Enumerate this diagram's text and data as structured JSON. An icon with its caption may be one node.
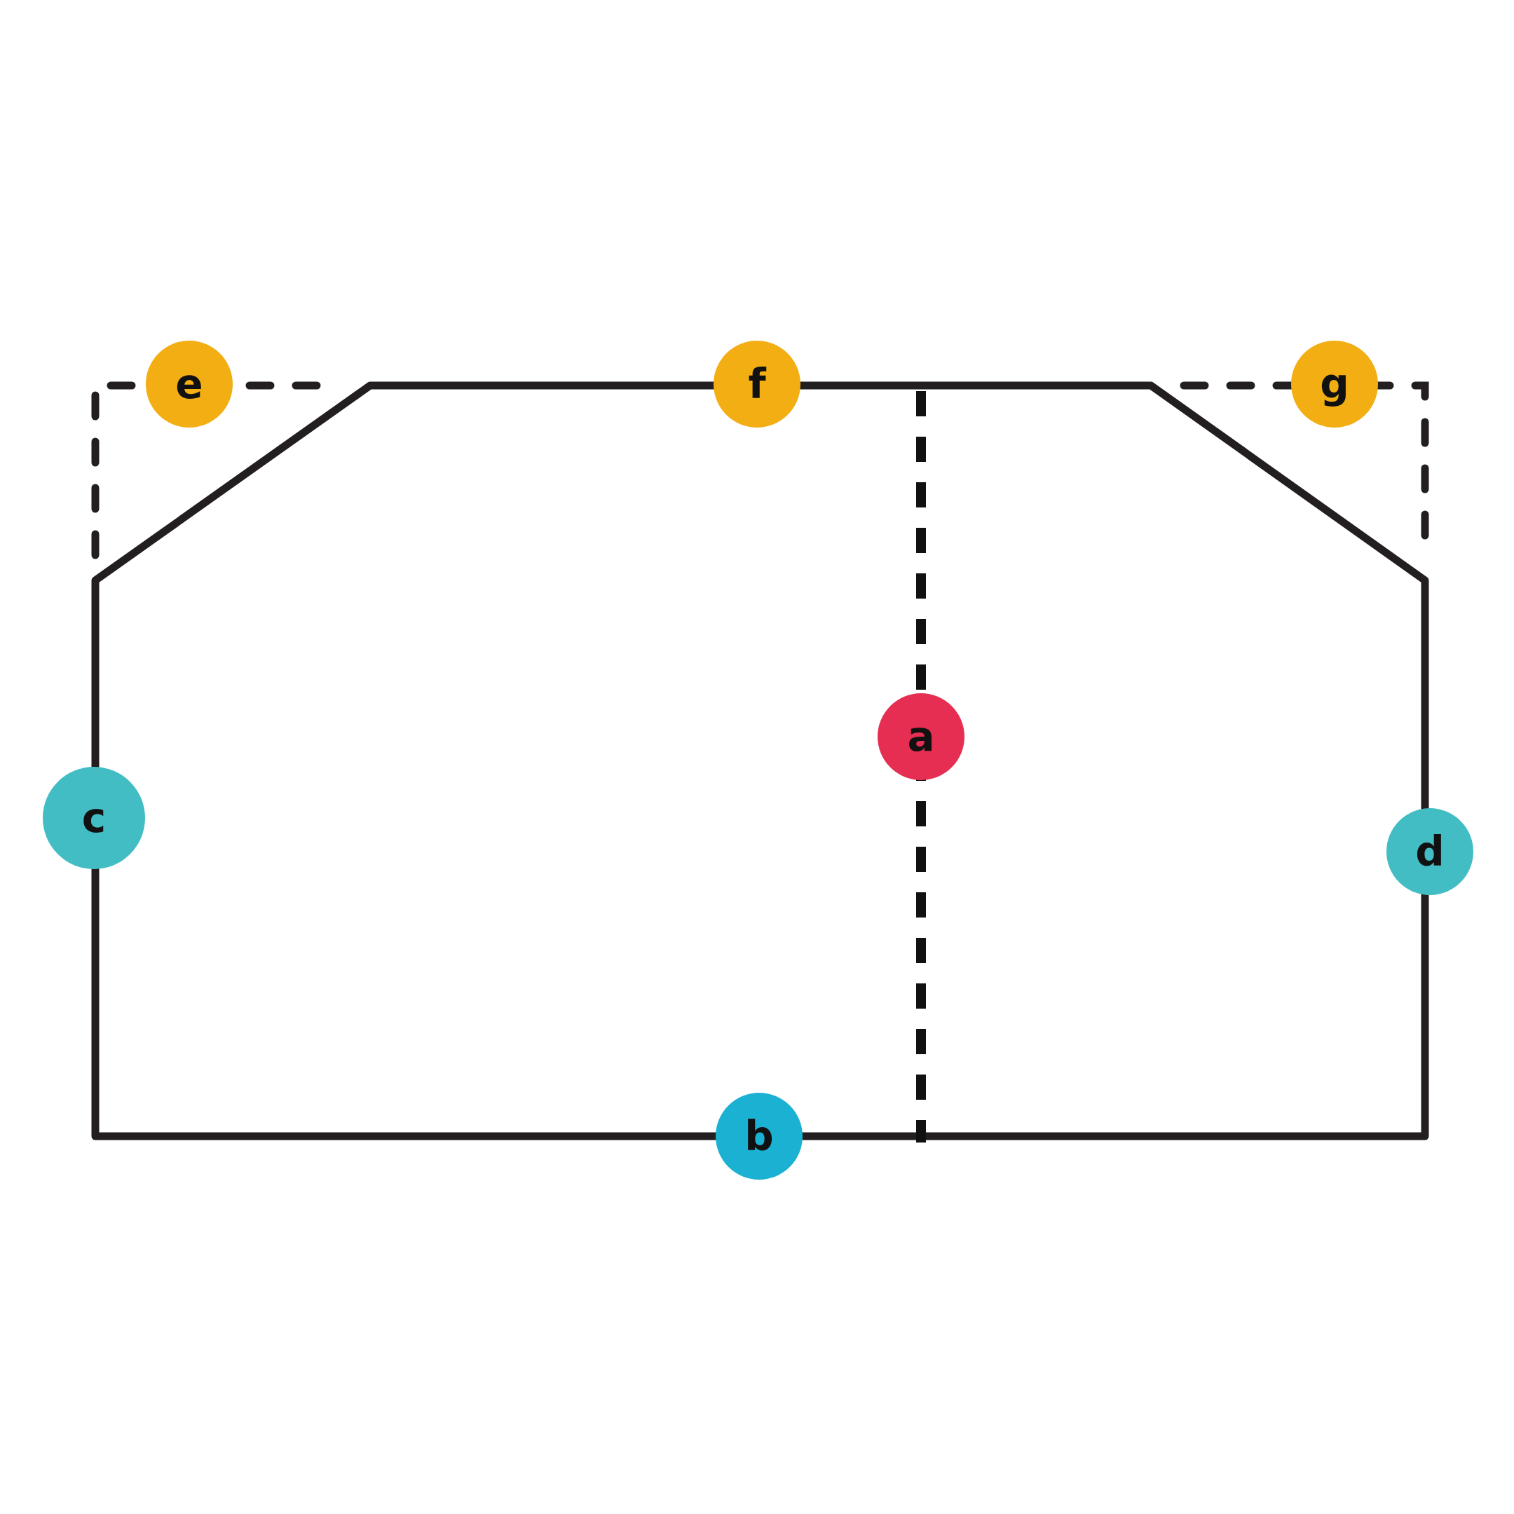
{
  "diagram": {
    "nodes": [
      {
        "text": [
          "e"
        ]
      },
      {
        "text": [
          "f"
        ]
      },
      {
        "text": [
          "g"
        ]
      },
      {
        "text": [
          "a"
        ]
      },
      {
        "text": [
          "c"
        ]
      },
      {
        "text": [
          "d"
        ]
      },
      {
        "text": [
          "b"
        ]
      }
    ]
  }
}
